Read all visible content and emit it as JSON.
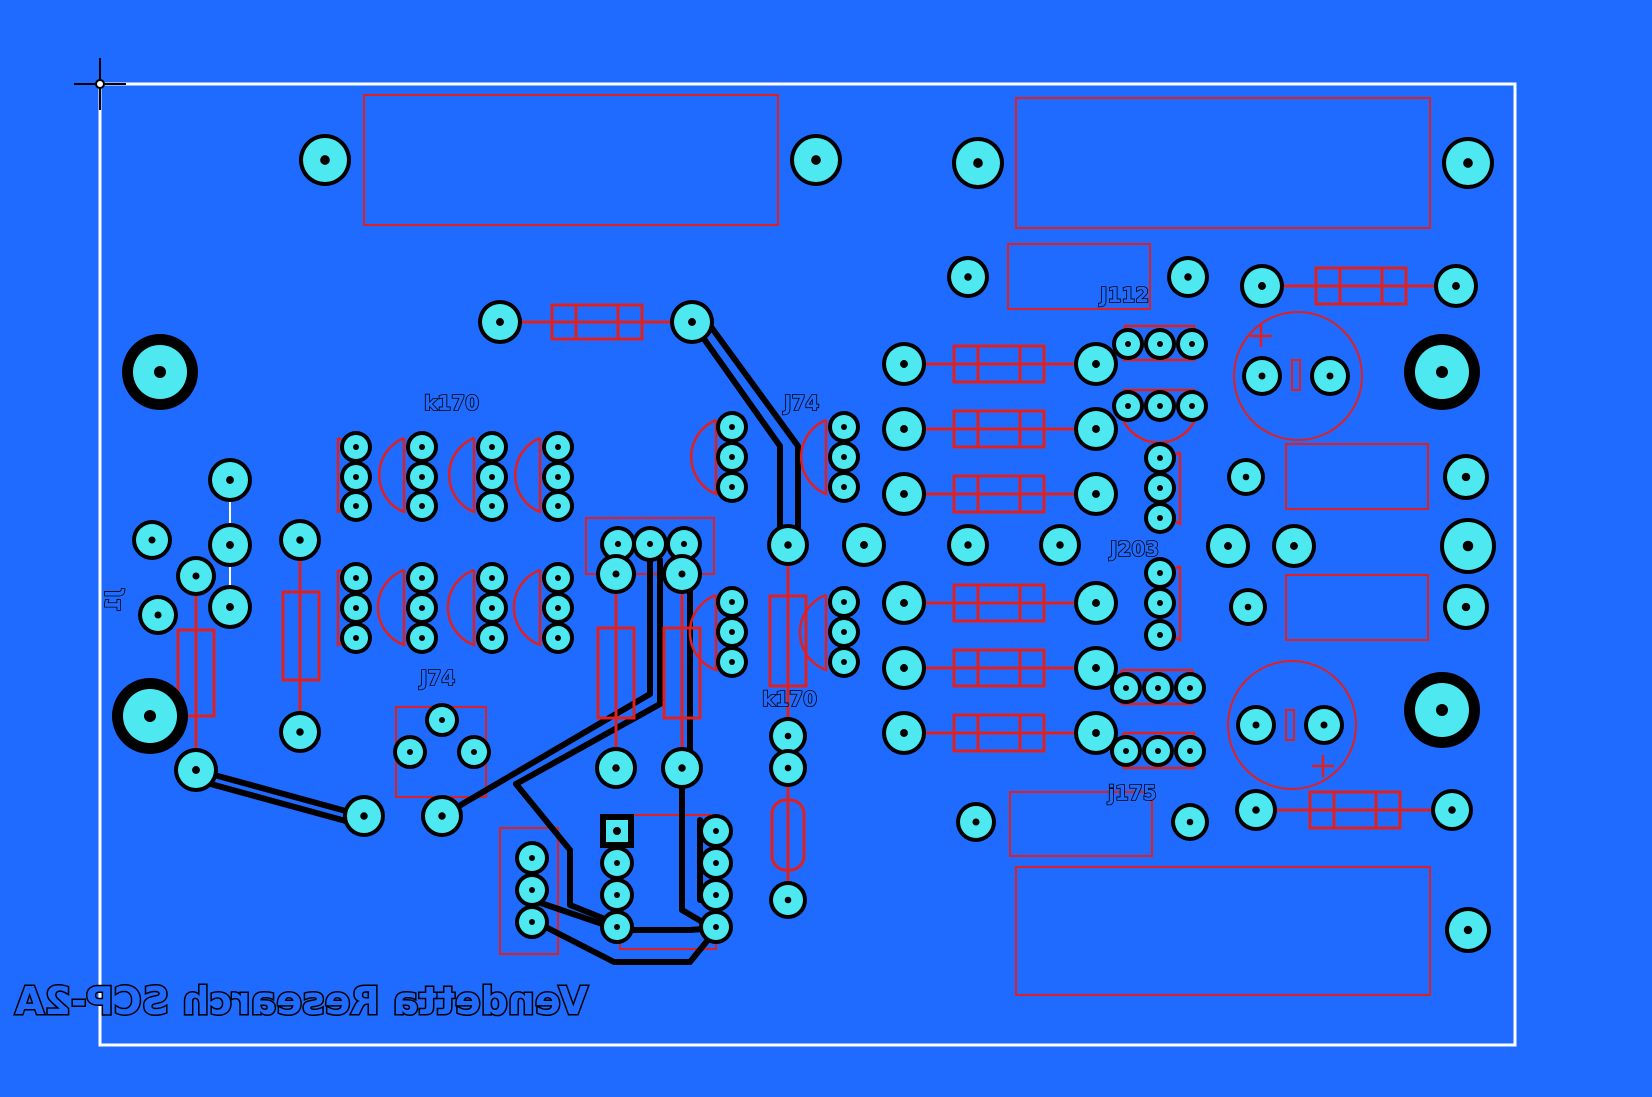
{
  "board": {
    "title": "Vendetta Research SCP-2A",
    "title_mirrored": true,
    "layer_view": "bottom copper (mirrored)",
    "colors": {
      "background": "#1f6bff",
      "board_outline": "#ffffff",
      "copper_trace": "#000000",
      "pad": "#4de8f0",
      "pad_ring": "#000000",
      "component_outline": "#e02020",
      "silkscreen_text": "#000000"
    }
  },
  "labels": {
    "k170_top": "k170",
    "j74_top": "J74",
    "j112": "J112",
    "j203": "J203",
    "j74_mid": "J74",
    "k170_mid": "k170",
    "j175": "j175",
    "j1": "J1"
  },
  "icons": {
    "origin_marker": "crosshair-icon",
    "polarity_top": "plus-icon",
    "polarity_bottom": "plus-icon"
  }
}
